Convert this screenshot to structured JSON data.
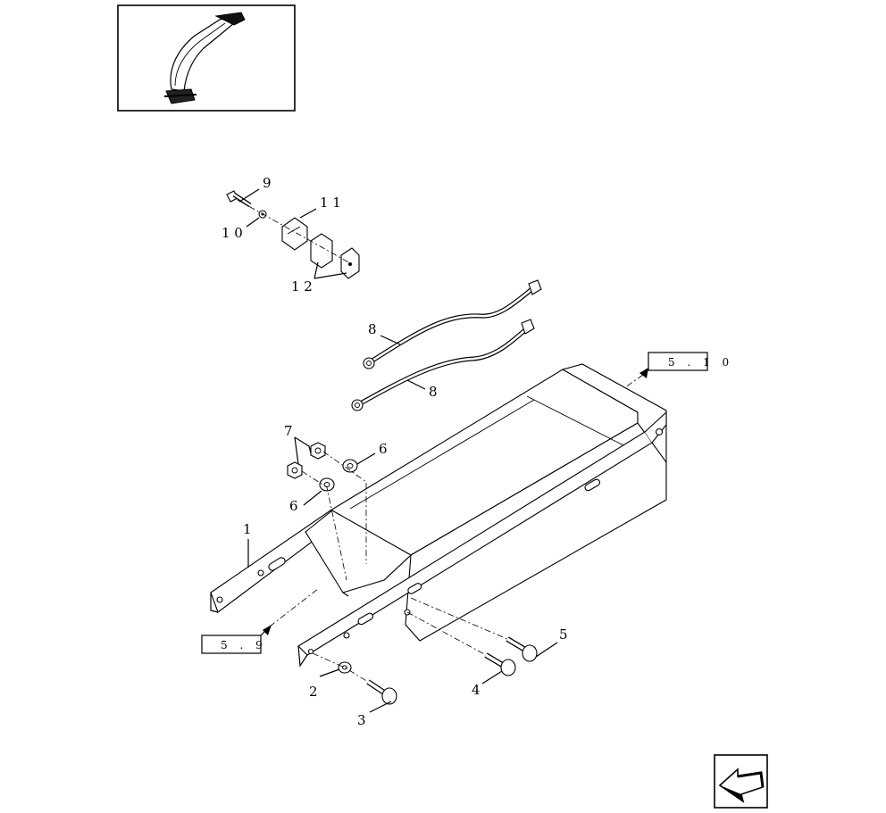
{
  "callouts": [
    {
      "id": "1",
      "text": "1"
    },
    {
      "id": "2",
      "text": "2"
    },
    {
      "id": "3",
      "text": "3"
    },
    {
      "id": "4",
      "text": "4"
    },
    {
      "id": "5",
      "text": "5"
    },
    {
      "id": "6a",
      "text": "6"
    },
    {
      "id": "6b",
      "text": "6"
    },
    {
      "id": "7",
      "text": "7"
    },
    {
      "id": "8a",
      "text": "8"
    },
    {
      "id": "8b",
      "text": "8"
    },
    {
      "id": "9",
      "text": "9"
    },
    {
      "id": "10",
      "text": "1 0"
    },
    {
      "id": "11",
      "text": "1 1"
    },
    {
      "id": "12",
      "text": "1 2"
    }
  ],
  "references": [
    {
      "id": "ref-5-9",
      "text": "5 . 9"
    },
    {
      "id": "ref-5-10",
      "text": "5 . 1 0"
    }
  ],
  "icons": [
    "overview-thumbnail",
    "next-page-arrow-icon"
  ]
}
